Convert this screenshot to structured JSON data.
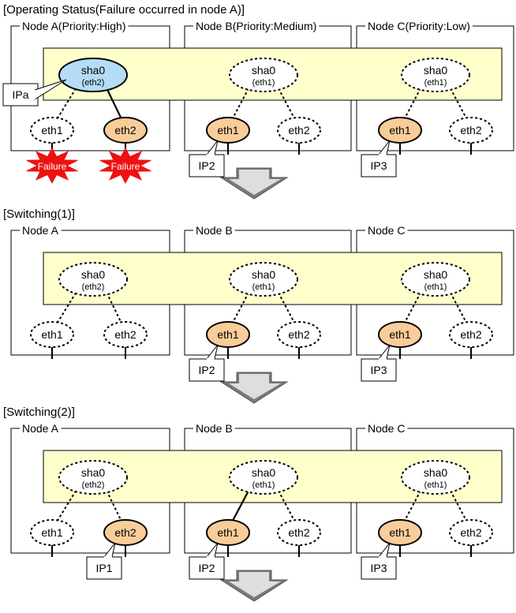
{
  "colors": {
    "band": "#ffffcc",
    "active_sha": "#b4dcf5",
    "active_eth": "#f9cd9a",
    "failure": "#ee1111",
    "arrow_light": "#f0f0f0",
    "arrow_dark": "#7a7a7a"
  },
  "sections": [
    {
      "title": "[Operating Status(Failure occurred in node A)]",
      "nodes": [
        {
          "label": "Node  A(Priority:High)",
          "sha": {
            "name": "sha0",
            "iface": "(eth2)",
            "active": true
          },
          "eth": [
            {
              "name": "eth1",
              "active": false
            },
            {
              "name": "eth2",
              "active": true
            }
          ],
          "link": "eth2",
          "ip": "IPa",
          "ip_at": "sha",
          "failures": [
            "Failure",
            "Failure"
          ]
        },
        {
          "label": "Node  B(Priority:Medium)",
          "sha": {
            "name": "sha0",
            "iface": "(eth1)",
            "active": false
          },
          "eth": [
            {
              "name": "eth1",
              "active": true
            },
            {
              "name": "eth2",
              "active": false
            }
          ],
          "link": null,
          "ip": "IP2",
          "ip_at": "eth1",
          "failures": []
        },
        {
          "label": "Node  C(Priority:Low)",
          "sha": {
            "name": "sha0",
            "iface": "(eth1)",
            "active": false
          },
          "eth": [
            {
              "name": "eth1",
              "active": true
            },
            {
              "name": "eth2",
              "active": false
            }
          ],
          "link": null,
          "ip": "IP3",
          "ip_at": "eth1",
          "failures": []
        }
      ]
    },
    {
      "title": "[Switching(1)]",
      "nodes": [
        {
          "label": "Node A",
          "sha": {
            "name": "sha0",
            "iface": "(eth2)",
            "active": false
          },
          "eth": [
            {
              "name": "eth1",
              "active": false
            },
            {
              "name": "eth2",
              "active": false
            }
          ],
          "link": null,
          "ip": null,
          "ip_at": null,
          "failures": []
        },
        {
          "label": "Node B",
          "sha": {
            "name": "sha0",
            "iface": "(eth1)",
            "active": false
          },
          "eth": [
            {
              "name": "eth1",
              "active": true
            },
            {
              "name": "eth2",
              "active": false
            }
          ],
          "link": null,
          "ip": "IP2",
          "ip_at": "eth1",
          "failures": []
        },
        {
          "label": "Node C",
          "sha": {
            "name": "sha0",
            "iface": "(eth1)",
            "active": false
          },
          "eth": [
            {
              "name": "eth1",
              "active": true
            },
            {
              "name": "eth2",
              "active": false
            }
          ],
          "link": null,
          "ip": "IP3",
          "ip_at": "eth1",
          "failures": []
        }
      ]
    },
    {
      "title": "[Switching(2)]",
      "nodes": [
        {
          "label": "Node A",
          "sha": {
            "name": "sha0",
            "iface": "(eth2)",
            "active": false
          },
          "eth": [
            {
              "name": "eth1",
              "active": false
            },
            {
              "name": "eth2",
              "active": true
            }
          ],
          "link": null,
          "ip": "IP1",
          "ip_at": "eth2",
          "failures": []
        },
        {
          "label": "Node B",
          "sha": {
            "name": "sha0",
            "iface": "(eth1)",
            "active": false
          },
          "eth": [
            {
              "name": "eth1",
              "active": true
            },
            {
              "name": "eth2",
              "active": false
            }
          ],
          "link": "eth1",
          "ip": "IP2",
          "ip_at": "eth1",
          "failures": []
        },
        {
          "label": "Node C",
          "sha": {
            "name": "sha0",
            "iface": "(eth1)",
            "active": false
          },
          "eth": [
            {
              "name": "eth1",
              "active": true
            },
            {
              "name": "eth2",
              "active": false
            }
          ],
          "link": null,
          "ip": "IP3",
          "ip_at": "eth1",
          "failures": []
        }
      ]
    }
  ]
}
